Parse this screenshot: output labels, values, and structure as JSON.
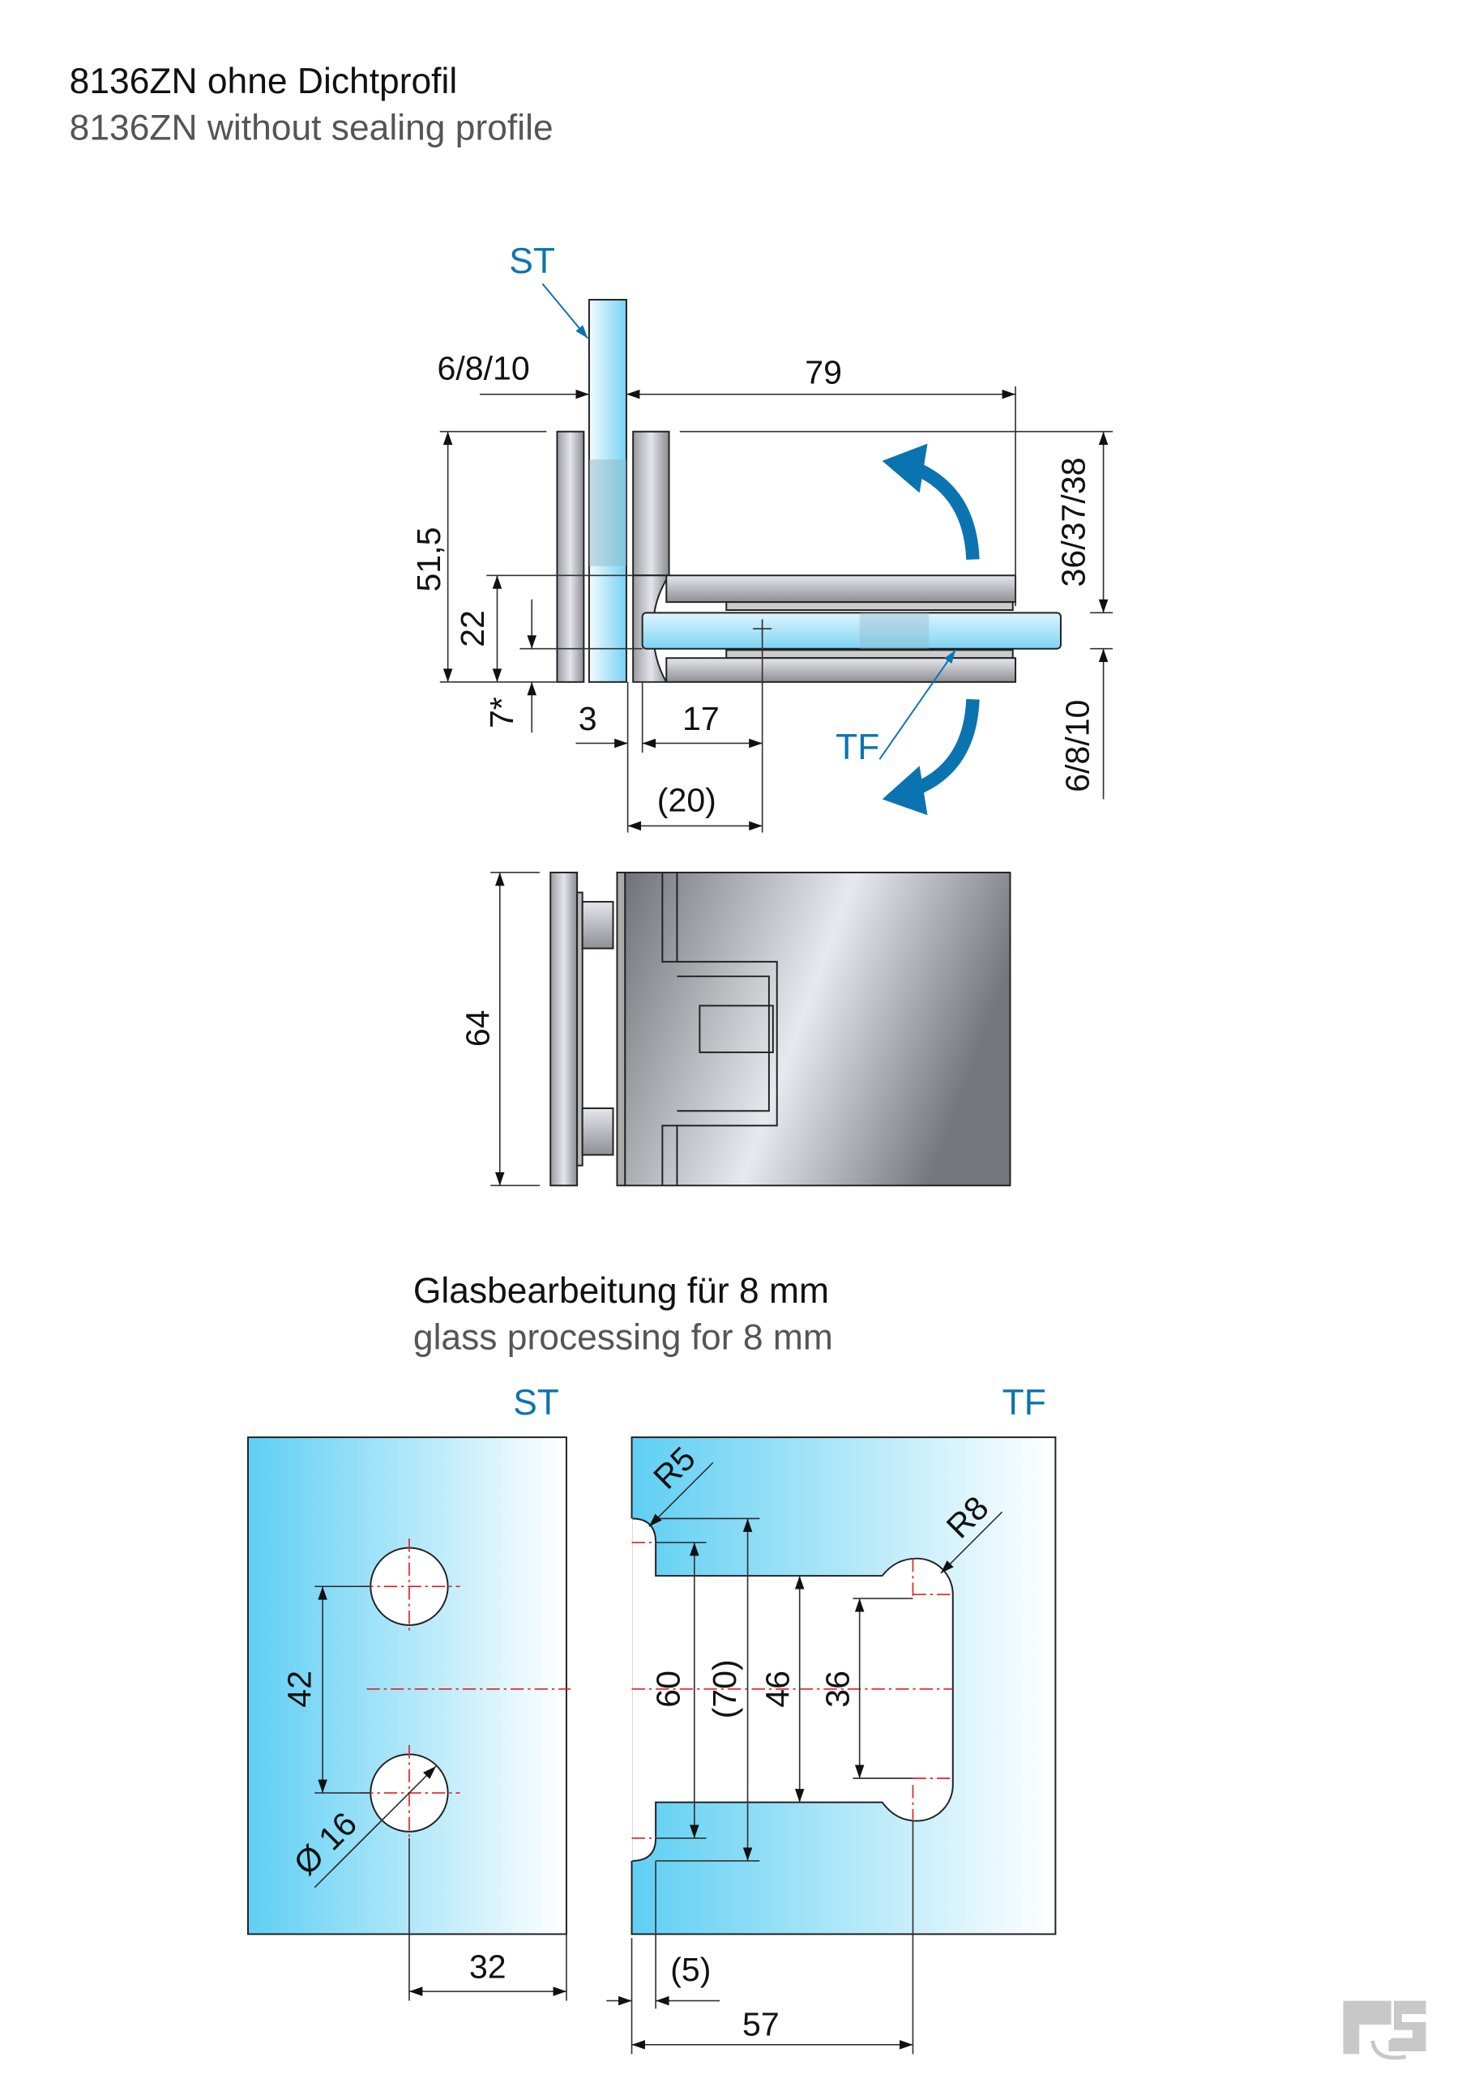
{
  "title": {
    "de": "8136ZN ohne Dichtprofil",
    "en": "8136ZN without sealing profile"
  },
  "top_view": {
    "labels": {
      "st": "ST",
      "tf": "TF"
    },
    "dims": {
      "glass_st": "6/8/10",
      "width": "79",
      "height": "51,5",
      "d22": "22",
      "d7": "7*",
      "d3": "3",
      "d17": "17",
      "d20": "(20)",
      "right_upper": "36/37/38",
      "right_lower": "6/8/10"
    }
  },
  "front_view": {
    "dims": {
      "height": "64"
    }
  },
  "glass_processing": {
    "title_de": "Glasbearbeitung für 8 mm",
    "title_en": "glass processing for 8 mm",
    "st": {
      "label": "ST",
      "dims": {
        "d42": "42",
        "dia": "Ø 16",
        "d32": "32"
      }
    },
    "tf": {
      "label": "TF",
      "dims": {
        "r5": "R5",
        "r8": "R8",
        "d60": "60",
        "d70": "(70)",
        "d46": "46",
        "d36": "36",
        "d5": "(5)",
        "d57": "57"
      }
    }
  },
  "colors": {
    "accent": "#0a74b0",
    "glass": "#5fcff3",
    "centerline": "#e02020"
  },
  "logo": {
    "text": "RS"
  }
}
